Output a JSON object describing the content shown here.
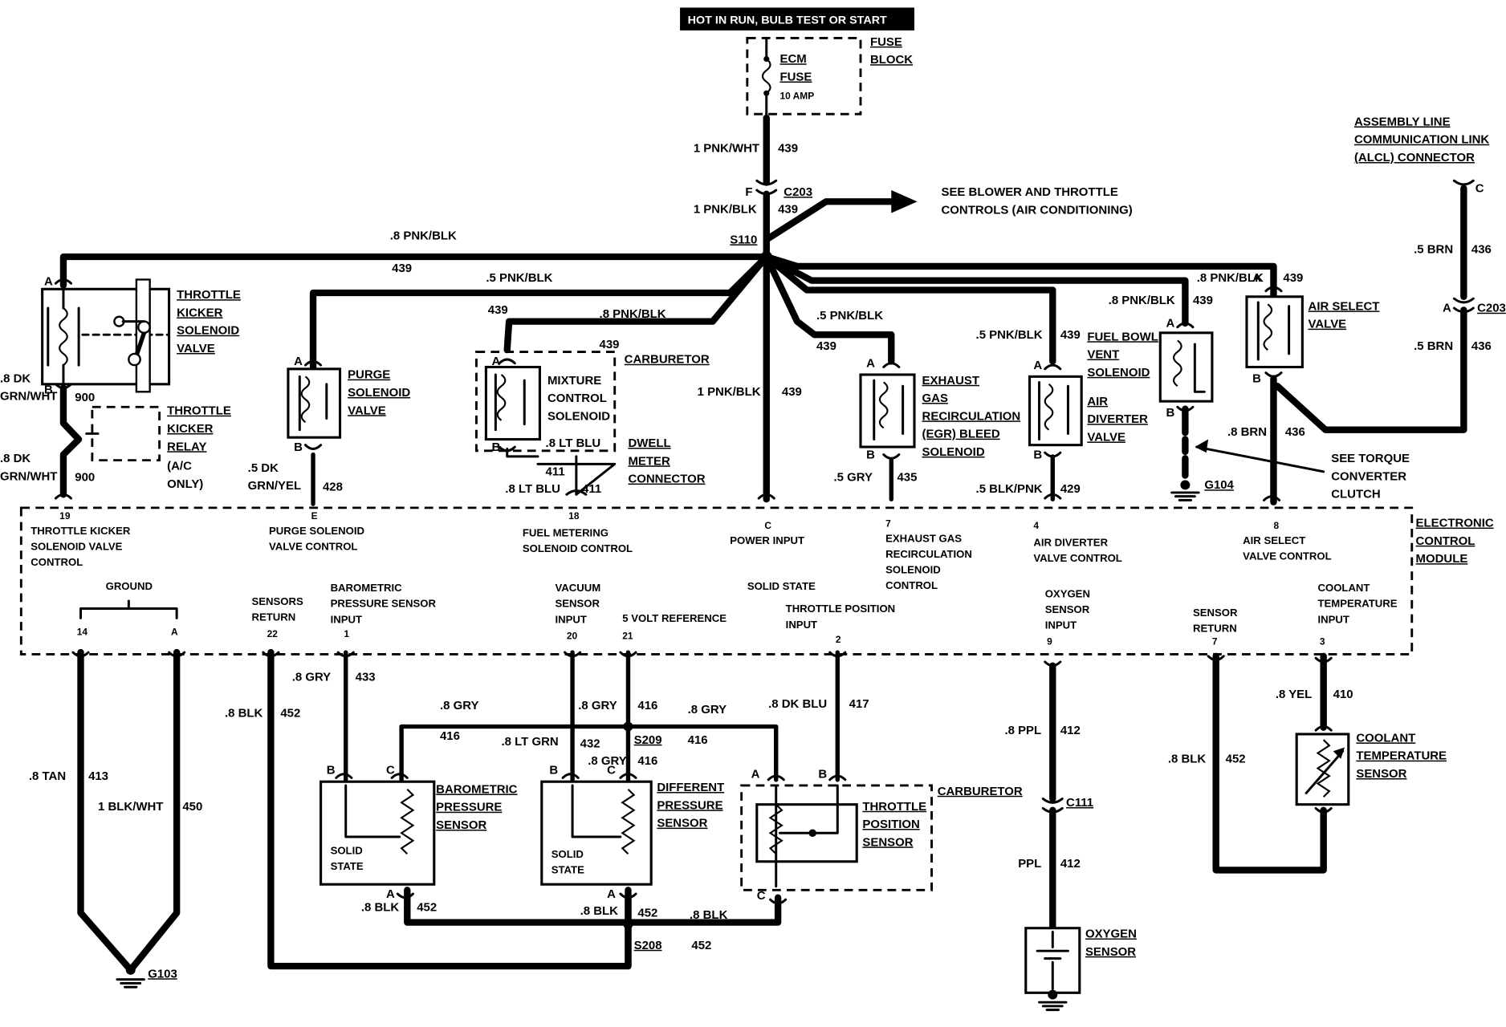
{
  "header": {
    "power_label": "HOT IN RUN, BULB TEST OR START"
  },
  "fuse_block": {
    "fuse_label": "ECM\nFUSE",
    "amp": "10 AMP",
    "block_label": "FUSE\nBLOCK"
  },
  "wires": {
    "w439_top": {
      "size": "1 PNK/WHT",
      "circuit": "439"
    },
    "w439_c203": {
      "size": "1 PNK/BLK",
      "circuit": "439"
    },
    "w439_left": {
      "size": ".8 PNK/BLK",
      "circuit": "439"
    },
    "w439_purge": {
      "size": ".5 PNK/BLK",
      "circuit": "439"
    },
    "w439_mix": {
      "size": ".8 PNK/BLK",
      "circuit": "439"
    },
    "w439_mix2": {
      "circuit": "439"
    },
    "w439_power": {
      "size": "1 PNK/BLK",
      "circuit": "439"
    },
    "w439_egr": {
      "size": ".5 PNK/BLK",
      "circuit": "439"
    },
    "w439_air": {
      "size": ".5 PNK/BLK",
      "circuit": "439"
    },
    "w439_vent": {
      "size": ".8 PNK/BLK",
      "circuit": "439"
    },
    "w439_sel": {
      "size": ".8 PNK/BLK",
      "circuit": "439"
    },
    "w436_a": {
      "size": ".5 BRN",
      "circuit": "436"
    },
    "w436_b": {
      "size": ".5 BRN",
      "circuit": "436"
    },
    "w436_c": {
      "size": ".8 BRN",
      "circuit": "436"
    },
    "w900_a": {
      "size": ".8 DK\nGRN/WHT",
      "circuit": "900"
    },
    "w900_b": {
      "size": ".8 DK\nGRN/WHT",
      "circuit": "900"
    },
    "w428": {
      "size": ".5 DK\nGRN/YEL",
      "circuit": "428"
    },
    "w411_a": {
      "size": ".8 LT BLU",
      "circuit": "411"
    },
    "w411_b": {
      "size": ".8 LT BLU",
      "circuit": "411"
    },
    "w435": {
      "size": ".5 GRY",
      "circuit": "435"
    },
    "w429": {
      "size": ".5 BLK/PNK",
      "circuit": "429"
    },
    "w413": {
      "size": ".8 TAN",
      "circuit": "413"
    },
    "w450": {
      "size": "1 BLK/WHT",
      "circuit": "450"
    },
    "w452_a": {
      "size": ".8 BLK",
      "circuit": "452"
    },
    "w433": {
      "size": ".8 GRY",
      "circuit": "433"
    },
    "w416_a": {
      "size": ".8 GRY",
      "circuit": "416"
    },
    "w432": {
      "size": ".8 LT GRN",
      "circuit": "432"
    },
    "w416_b": {
      "size": ".8 GRY",
      "circuit": "416"
    },
    "w416_c": {
      "size": ".8 GRY",
      "circuit": "416"
    },
    "w416_d": {
      "size": ".8 GRY",
      "circuit": "416"
    },
    "w417": {
      "size": ".8 DK BLU",
      "circuit": "417"
    },
    "w452_b": {
      "size": ".8 BLK",
      "circuit": "452"
    },
    "w452_c": {
      "size": ".8 BLK",
      "circuit": "452"
    },
    "w452_d": {
      "size": ".8 BLK",
      "circuit": "452"
    },
    "w452_e": {
      "circuit": "452"
    },
    "w412_a": {
      "size": ".8 PPL",
      "circuit": "412"
    },
    "w412_b": {
      "size": "PPL",
      "circuit": "412"
    },
    "w452_f": {
      "size": ".8 BLK",
      "circuit": "452"
    },
    "w410": {
      "size": ".8 YEL",
      "circuit": "410"
    }
  },
  "connectors": {
    "c203": "C203",
    "c203_f": "F",
    "s110": "S110",
    "c203_right": "C203",
    "c203_right_a": "A",
    "alcl_c": "C",
    "s209": "S209",
    "s208": "S208",
    "c111": "C111",
    "g103": "G103",
    "g104": "G104"
  },
  "notes": {
    "blower": "SEE BLOWER AND THROTTLE\nCONTROLS (AIR CONDITIONING)",
    "alcl": "ASSEMBLY LINE\nCOMMUNICATION LINK\n(ALCL) CONNECTOR",
    "torque": "SEE TORQUE\nCONVERTER\nCLUTCH"
  },
  "components": {
    "throttle_kicker_valve": "THROTTLE\nKICKER\nSOLENOID\nVALVE",
    "throttle_kicker_relay": "THROTTLE\nKICKER\nRELAY",
    "relay_note": "(A/C\nONLY)",
    "purge_valve": "PURGE\nSOLENOID\nVALVE",
    "carburetor_top": "CARBURETOR",
    "mixture_solenoid": "MIXTURE\nCONTROL\nSOLENOID",
    "dwell_meter": "DWELL\nMETER\nCONNECTOR",
    "egr_solenoid": "EXHAUST\nGAS\nRECIRCULATION\n(EGR) BLEED\nSOLENOID",
    "fuel_bowl": "FUEL BOWL\nVENT\nSOLENOID",
    "air_diverter": "AIR\nDIVERTER\nVALVE",
    "air_select": "AIR SELECT\nVALVE",
    "ecm": "ELECTRONIC\nCONTROL\nMODULE",
    "baro_sensor": "BAROMETRIC\nPRESSURE\nSENSOR",
    "diff_sensor": "DIFFERENT\nPRESSURE\nSENSOR",
    "tps": "THROTTLE\nPOSITION\nSENSOR",
    "carburetor_bottom": "CARBURETOR",
    "coolant_sensor": "COOLANT\nTEMPERATURE\nSENSOR",
    "oxygen_sensor": "OXYGEN\nSENSOR",
    "solid_state": "SOLID\nSTATE"
  },
  "pins": {
    "tk_a": "A",
    "tk_b": "B",
    "purge_a": "A",
    "purge_b": "B",
    "mix_a": "A",
    "mix_b": "B",
    "egr_a": "A",
    "egr_b": "B",
    "air_a": "A",
    "air_b": "B",
    "vent_a": "A",
    "vent_b": "B",
    "sel_a": "A",
    "sel_b": "B",
    "baro_b": "B",
    "baro_c": "C",
    "baro_a": "A",
    "diff_b": "B",
    "diff_c": "C",
    "diff_a": "A",
    "tps_a": "A",
    "tps_b": "B",
    "tps_c": "C"
  },
  "ecm_terminals": {
    "t19": {
      "num": "19",
      "label": "THROTTLE KICKER\nSOLENOID VALVE\nCONTROL"
    },
    "tE": {
      "num": "E",
      "label": "PURGE SOLENOID\nVALVE CONTROL"
    },
    "t18": {
      "num": "18",
      "label": "FUEL METERING\nSOLENOID CONTROL"
    },
    "tC": {
      "num": "C",
      "label": "POWER INPUT"
    },
    "t7top": {
      "num": "7",
      "label": "EXHAUST GAS\nRECIRCULATION\nSOLENOID\nCONTROL"
    },
    "t4": {
      "num": "4",
      "label": "AIR DIVERTER\nVALVE CONTROL"
    },
    "t8": {
      "num": "8",
      "label": "AIR SELECT\nVALVE CONTROL"
    },
    "ground": {
      "label": "GROUND",
      "pin1": "14",
      "pin2": "A"
    },
    "t22": {
      "num": "22",
      "label": "SENSORS\nRETURN"
    },
    "t1": {
      "num": "1",
      "label": "BAROMETRIC\nPRESSURE SENSOR\nINPUT"
    },
    "t20": {
      "num": "20",
      "label": "VACUUM\nSENSOR\nINPUT"
    },
    "t21": {
      "num": "21",
      "label": "5 VOLT REFERENCE"
    },
    "solid_state": {
      "label": "SOLID STATE"
    },
    "t2": {
      "num": "2",
      "label": "THROTTLE POSITION\nINPUT"
    },
    "t9": {
      "num": "9",
      "label": "OXYGEN\nSENSOR\nINPUT"
    },
    "t7": {
      "num": "7",
      "label": "SENSOR\nRETURN"
    },
    "t3": {
      "num": "3",
      "label": "COOLANT\nTEMPERATURE\nINPUT"
    }
  }
}
